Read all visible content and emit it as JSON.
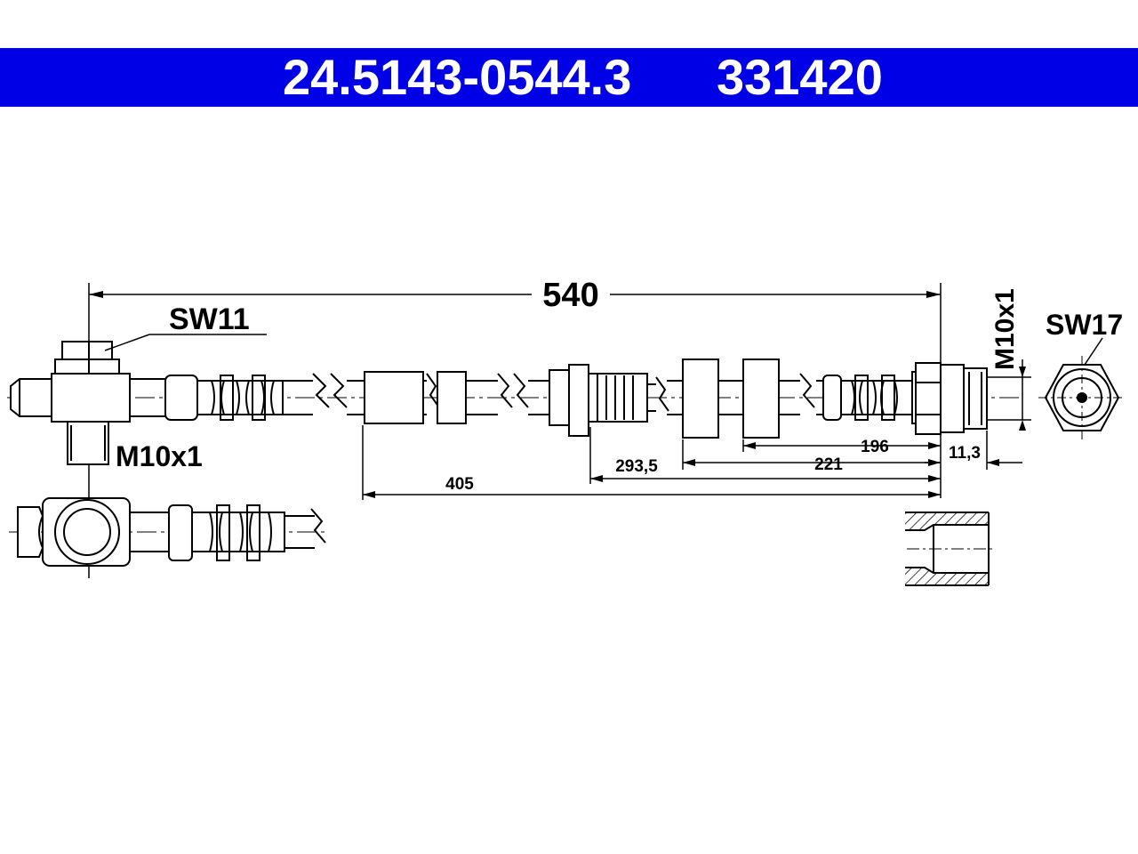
{
  "header": {
    "part_number": "24.5143-0544.3",
    "ref_number": "331420",
    "background": "#0000e6"
  },
  "dimensions": {
    "total_length": "540",
    "d405": "405",
    "d293": "293,5",
    "d221": "221",
    "d196": "196",
    "d11": "11,3"
  },
  "labels": {
    "sw_left": "SW11",
    "thread_left": "M10x1",
    "thread_right": "M10x1",
    "sw_right": "SW17"
  }
}
